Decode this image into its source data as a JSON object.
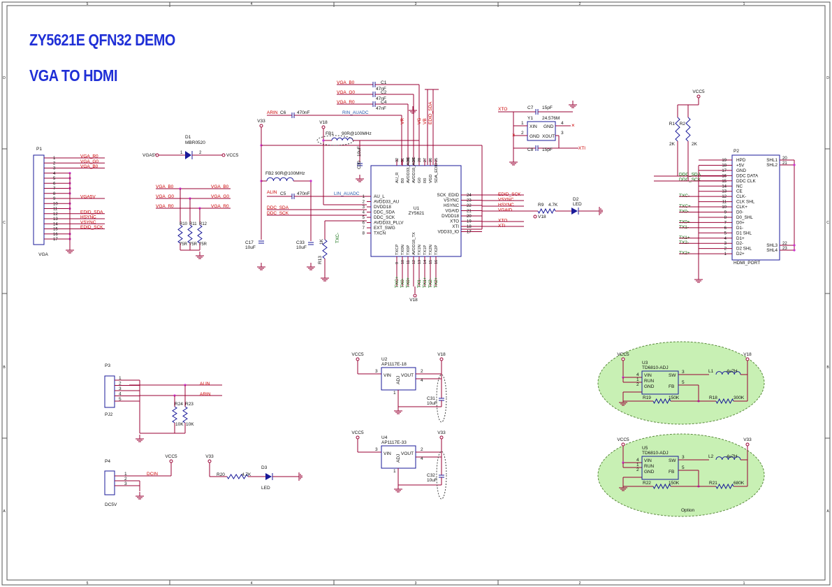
{
  "sheet": {
    "title": "ZY5621E QFN32 DEMO",
    "subtitle": "VGA TO HDMI",
    "zone_cols": [
      "5",
      "4",
      "3",
      "2",
      "1"
    ],
    "zone_rows": [
      "D",
      "C",
      "B",
      "A"
    ]
  },
  "colors": {
    "wire": "#990033",
    "part": "#1a1a99",
    "label": "#cc0000",
    "net": "#006600",
    "junction": "#cc33cc",
    "ink": "#111111",
    "option": "#c8f0b4"
  },
  "p1": {
    "ref": "P1",
    "name": "VGA",
    "pins": [
      "1",
      "2",
      "3",
      "4",
      "5",
      "6",
      "7",
      "8",
      "9",
      "10",
      "11",
      "12",
      "13",
      "14",
      "15",
      "16",
      "17"
    ],
    "nets": [
      "VGA_R0",
      "VGA_G0",
      "VGA_B0",
      "",
      "",
      "",
      "",
      "",
      "VGA5V",
      "",
      "",
      "EDID_SDA",
      "HSYNC",
      "VSYNC",
      "EDID_SCK",
      "",
      ""
    ]
  },
  "d1": {
    "ref": "D1",
    "part": "MBR0520",
    "in": "VGA5V",
    "out": "VCC5",
    "p1": "1",
    "p2": "2"
  },
  "term": {
    "in_nets": [
      "VGA_B0",
      "VGA_G0",
      "VGA_R0"
    ],
    "out_nets": [
      "VGA_B0",
      "VGA_G0",
      "VGA_R0"
    ],
    "refs": [
      "R10",
      "R11",
      "R12"
    ],
    "values": [
      "75R",
      "75R",
      "75R"
    ]
  },
  "caps_top": {
    "nets": [
      "VGA_B0",
      "VGA_G0",
      "VGA_R0"
    ],
    "refs": [
      "C1",
      "C2",
      "C4"
    ],
    "values": [
      "47nF",
      "47nF",
      "47nF"
    ],
    "c6": {
      "net": "ARIN",
      "ref": "C6",
      "value": "470nF",
      "label": "RIN_AUADC"
    },
    "c5": {
      "net": "ALIN",
      "ref": "C5",
      "value": "470nF",
      "label": "LIN_AUADC"
    }
  },
  "power_left": {
    "v33": "V33",
    "v18": "V18",
    "fb1_ref": "FB1",
    "fb1_val": "90R@100MHz",
    "fb2": "FB2 90R@100MHz",
    "c30": "C30",
    "c30_val": "10uF",
    "c17": "C17",
    "c17_val": "10uF",
    "c33": "C33",
    "c33_val": "10uF",
    "r13": "R13",
    "r13_val": "1K",
    "txc": "TXC-",
    "ddc_sda": "DDC_SDA",
    "ddc_sck": "DDC_SCK"
  },
  "u1": {
    "ref": "U1",
    "part": "ZY5621",
    "left_pins": [
      "1",
      "2",
      "3",
      "4",
      "5",
      "6",
      "7",
      "8"
    ],
    "left_names": [
      "AU_L",
      "AVDD33_AU",
      "DVDD18",
      "DDC_SDA",
      "DDC_SCK",
      "AVDD33_PLLV",
      "EXT_SWG",
      "TXCN"
    ],
    "right_pins": [
      "24",
      "23",
      "22",
      "21",
      "20",
      "19",
      "18",
      "17"
    ],
    "right_names": [
      "SCK_EDID",
      "VSYNC",
      "HSYNC",
      "VGAID",
      "DVDD18",
      "XTO",
      "XTI",
      "VDD33_IO"
    ],
    "right_nets": [
      "EDID_SCK",
      "VSYNC",
      "HSYNC",
      "VGAID",
      "",
      "XTO",
      "XTI",
      ""
    ],
    "top_pins": [
      "32",
      "31",
      "30",
      "29",
      "28",
      "27",
      "26",
      "25"
    ],
    "top_names": [
      "AU_R",
      "B0",
      "AVDD33_ADC",
      "AVDD18_ADC",
      "G0",
      "R0",
      "VGD",
      "SDA_EDID"
    ],
    "top_nets": [
      "",
      "VR",
      "",
      "",
      "VG",
      "VB",
      "EDID_SDA",
      ""
    ],
    "bottom_pins": [
      "9",
      "10",
      "11",
      "12",
      "13",
      "14",
      "15",
      "16"
    ],
    "bottom_names": [
      "TXCP",
      "TX0N",
      "TX0P",
      "AVDD18_TX",
      "TX1N",
      "TX1P",
      "TX2N",
      "TX2P"
    ],
    "bottom_nets": [
      "TXC+",
      "TX0-",
      "TX0+",
      "",
      "TX1-",
      "TX1+",
      "TX2-",
      "TX2+"
    ],
    "v18": "V18"
  },
  "xtal": {
    "c7": "C7",
    "c7_val": "15pF",
    "c8": "C8",
    "c8_val": "15pF",
    "y1": "Y1",
    "freq": "24.576M",
    "xin": "XIN",
    "gnd": "GND",
    "xout": "XOUT",
    "xto": "XTO",
    "xti": "XTI",
    "pins": [
      "1",
      "2",
      "3",
      "4"
    ]
  },
  "led_d2": {
    "r": "R9",
    "r_val": "4.7K",
    "v18": "V18",
    "d": "D2",
    "d_val": "LED"
  },
  "hdmi": {
    "ref": "P2",
    "name": "HDMI_PORT",
    "vcc": "VCC5",
    "r1": "R1",
    "r2": "R2",
    "r_val": "2K",
    "pins": [
      "19",
      "18",
      "17",
      "16",
      "15",
      "14",
      "13",
      "12",
      "11",
      "10",
      "9",
      "8",
      "7",
      "6",
      "5",
      "4",
      "3",
      "2",
      "1"
    ],
    "names": [
      "HPD",
      "+5V",
      "GND",
      "DDC DATA",
      "DDC CLK",
      "NC",
      "CE",
      "CLK-",
      "CLK SHL",
      "CLK+",
      "D0-",
      "D0_SHL",
      "D0+",
      "D1-",
      "D1 SHL",
      "D1+",
      "D2-",
      "D2 SHL",
      "D2+"
    ],
    "nets": [
      "",
      "",
      "",
      "DDC_SDA",
      "DDC_SCK",
      "",
      "",
      "TXC-",
      "",
      "TXC+",
      "TX0-",
      "",
      "TX0+",
      "TX1-",
      "",
      "TX1+",
      "TX2-",
      "",
      "TX2+"
    ],
    "shl_names": [
      "SHL1",
      "SHL2",
      "SHL3",
      "SHL4"
    ],
    "shl_pins": [
      "20",
      "21",
      "22",
      "23"
    ]
  },
  "p3": {
    "ref": "P3",
    "name": "PJ2",
    "pins": [
      "1",
      "2",
      "3",
      "4",
      "5"
    ],
    "alin": "ALIN",
    "arin": "ARIN",
    "r24": "R24",
    "r23": "R23",
    "r_val": "10K"
  },
  "p4": {
    "ref": "P4",
    "name": "DC5V",
    "pins": [
      "1",
      "2",
      "3"
    ],
    "net": "DCIN",
    "vcc": "VCC5"
  },
  "d3": {
    "v33": "V33",
    "r": "R20",
    "r_val": "4.7K",
    "d": "D3",
    "d_val": "LED"
  },
  "u2": {
    "ref": "U2",
    "part": "AP1117E-18",
    "vin": "VIN",
    "vout": "VOUT",
    "adj": "ADJ",
    "vcc": "VCC5",
    "out": "V18",
    "cap": "C31",
    "cap_val": "10uF",
    "pins": [
      "3",
      "2",
      "4",
      "1"
    ]
  },
  "u4": {
    "ref": "U4",
    "part": "AP1117E-33",
    "vin": "VIN",
    "vout": "VOUT",
    "adj": "ADJ",
    "vcc": "VCC5",
    "out": "V33",
    "cap": "C32",
    "cap_val": "10uF",
    "pins": [
      "3",
      "2",
      "4",
      "1"
    ]
  },
  "u3": {
    "ref": "U3",
    "part": "TD6810-ADJ",
    "vin": "VIN",
    "run": "RUN",
    "gnd": "GND",
    "sw": "SW",
    "fb": "FB",
    "vcc": "VCC5",
    "out": "V18",
    "l": "L1",
    "l_val": "4u7H",
    "ra": "R19",
    "ra_val": "150K",
    "rb": "R18",
    "rb_val": "300K",
    "pins": [
      "4",
      "1",
      "2",
      "3",
      "5"
    ],
    "option": "Option"
  },
  "u5": {
    "ref": "U5",
    "part": "TD6810-ADJ",
    "vin": "VIN",
    "run": "RUN",
    "gnd": "GND",
    "sw": "SW",
    "fb": "FB",
    "vcc": "VCC5",
    "out": "V33",
    "l": "L2",
    "l_val": "4u7H",
    "ra": "R22",
    "ra_val": "150K",
    "rb": "R21",
    "rb_val": "680K",
    "pins": [
      "4",
      "1",
      "2",
      "3",
      "5"
    ],
    "option": "Option"
  }
}
